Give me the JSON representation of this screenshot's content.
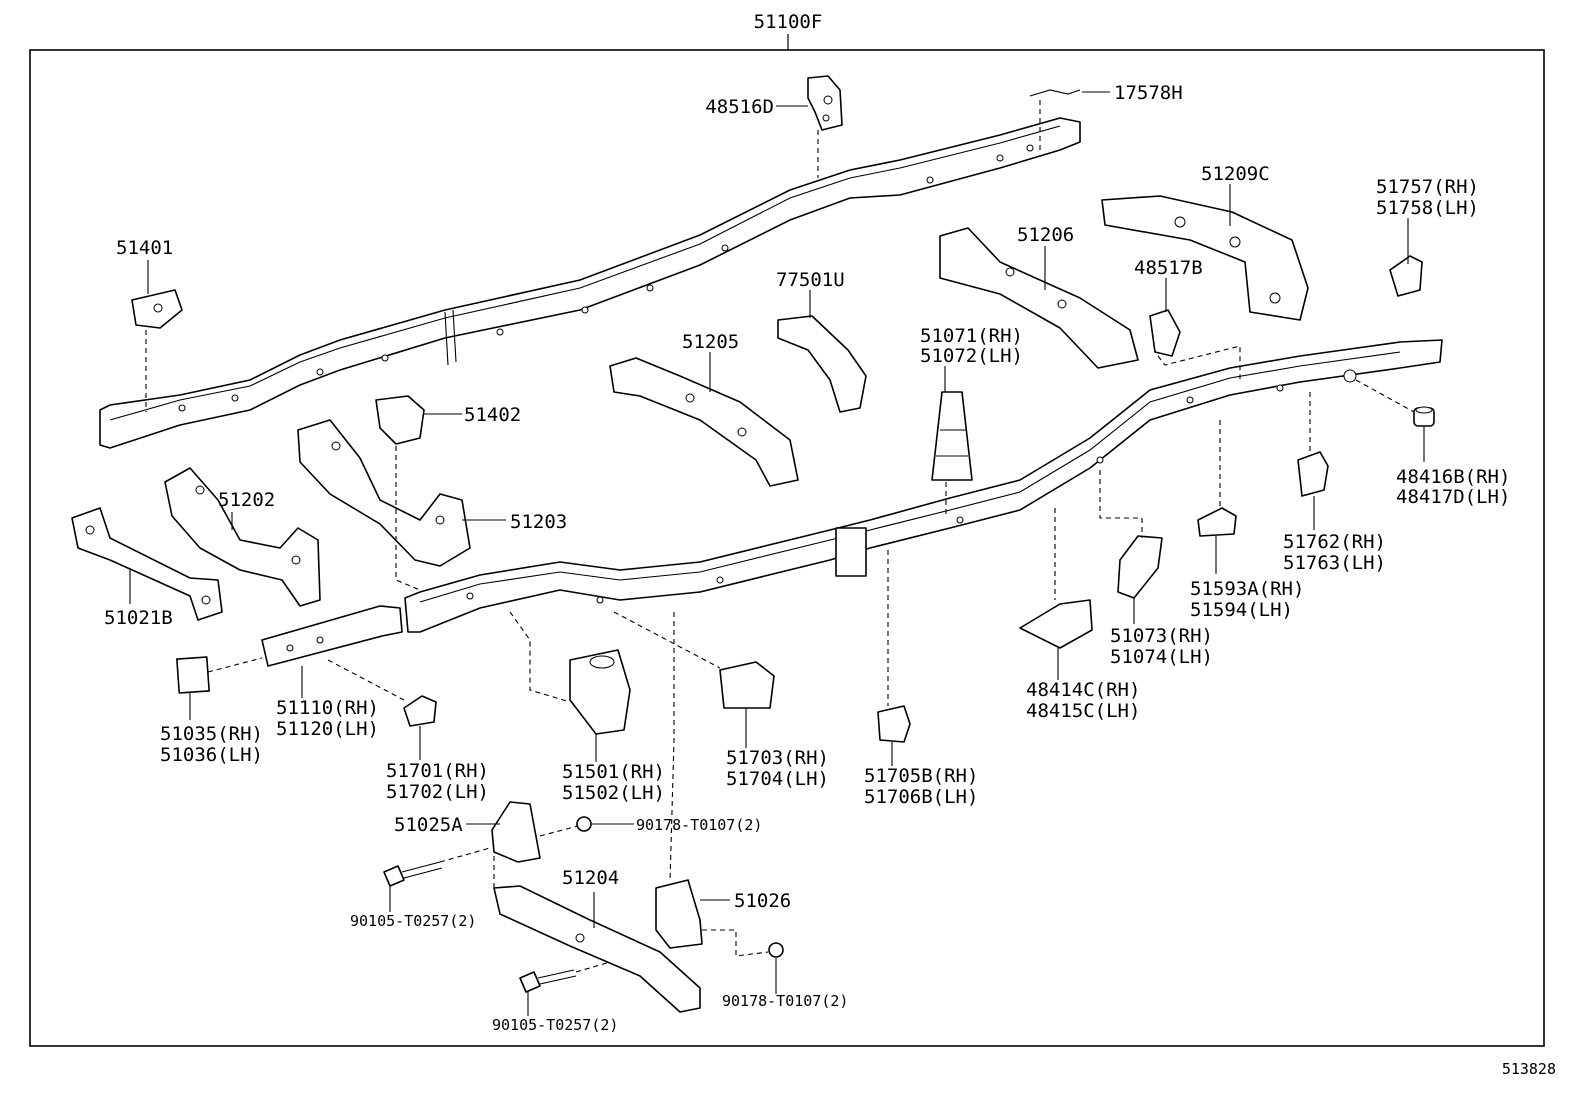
{
  "diagram_id": "513828",
  "main_label": "51100F",
  "labels": {
    "p48516D": "48516D",
    "p17578H": "17578H",
    "p51209C": "51209C",
    "p51757": "51757(RH)",
    "p51758": "51758(LH)",
    "p51401": "51401",
    "p51206": "51206",
    "p48517B": "48517B",
    "p77501U": "77501U",
    "p51071": "51071(RH)",
    "p51072": "51072(LH)",
    "p51205": "51205",
    "p51402": "51402",
    "p48416B": "48416B(RH)",
    "p48417D": "48417D(LH)",
    "p51202": "51202",
    "p51203": "51203",
    "p51762": "51762(RH)",
    "p51763": "51763(LH)",
    "p51593A": "51593A(RH)",
    "p51594": "51594(LH)",
    "p51021B": "51021B",
    "p51073": "51073(RH)",
    "p51074": "51074(LH)",
    "p48414C": "48414C(RH)",
    "p48415C": "48415C(LH)",
    "p51035": "51035(RH)",
    "p51036": "51036(LH)",
    "p51110": "51110(RH)",
    "p51120": "51120(LH)",
    "p51701": "51701(RH)",
    "p51702": "51702(LH)",
    "p51501": "51501(RH)",
    "p51502": "51502(LH)",
    "p51703": "51703(RH)",
    "p51704": "51704(LH)",
    "p51705B": "51705B(RH)",
    "p51706B": "51706B(LH)",
    "p51025A": "51025A",
    "p90178a": "90178-T0107(2)",
    "p51204": "51204",
    "p51026": "51026",
    "p90105a": "90105-T0257(2)",
    "p90105b": "90105-T0257(2)",
    "p90178b": "90178-T0107(2)"
  }
}
